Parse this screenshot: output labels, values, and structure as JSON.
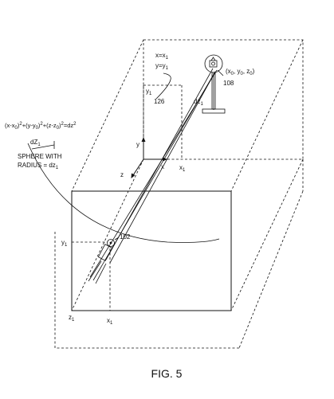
{
  "labels": {
    "x_eq": "x=x",
    "x_eq_sub": "1",
    "y_eq": "y=y",
    "y_eq_sub": "1",
    "y1_upper": "y",
    "y1_upper_sub": "1",
    "ref_126": "126",
    "ref_108": "108",
    "ref_102": "102",
    "coords_point": "(x",
    "coords_point_sub0": "0",
    "coords_point_mid1": ", y",
    "coords_point_sub1": "0",
    "coords_point_mid2": ", z",
    "coords_point_sub2": "0",
    "coords_point_end": ")",
    "dz_upper": "dz",
    "dz_upper_sub": "1",
    "axis_y": "y",
    "axis_z": "z",
    "axis_x": "x",
    "x1_upper": "x",
    "x1_upper_sub": "1",
    "sphere_eq_a": "(x-x",
    "sphere_eq_sub0": "0",
    "sphere_eq_b": ")",
    "sphere_eq_sup0": "2",
    "sphere_eq_c": "+(y-y",
    "sphere_eq_sub1": "0",
    "sphere_eq_d": ")",
    "sphere_eq_sup1": "2",
    "sphere_eq_e": "+(z-z",
    "sphere_eq_sub2": "0",
    "sphere_eq_f": ")",
    "sphere_eq_sup2": "2",
    "sphere_eq_g": "=dz",
    "sphere_eq_sup3": "2",
    "dz_left": "dZ",
    "dz_left_sub": "1",
    "sphere_text_1": "SPHERE WITH",
    "sphere_text_2": "RADIUS = dz",
    "sphere_text_2_sub": "1",
    "y1_lower": "y",
    "y1_lower_sub": "1",
    "z1_lower": "z",
    "z1_lower_sub": "1",
    "x1_lower": "x",
    "x1_lower_sub": "1"
  },
  "caption": "FIG. 5"
}
